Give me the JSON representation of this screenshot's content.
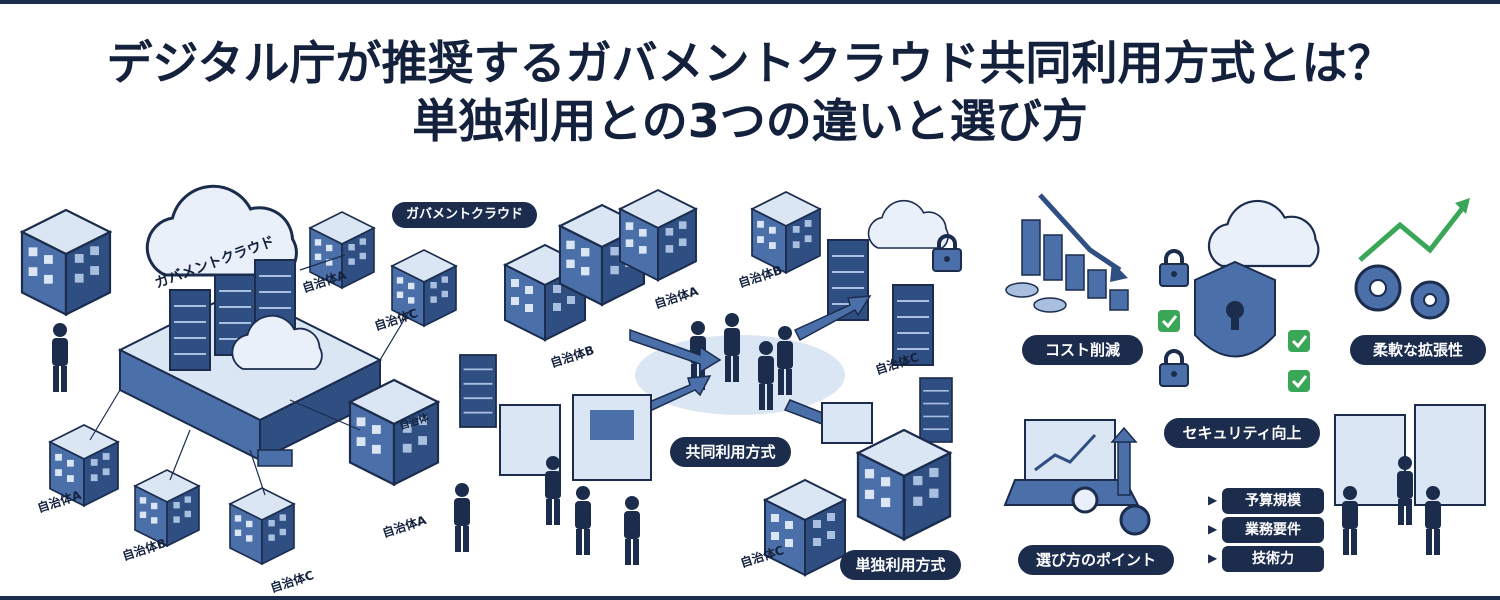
{
  "title": {
    "line1": "デジタル庁が推奨するガバメントクラウド共同利用方式とは？",
    "line2": "単独利用との3つの違いと選び方"
  },
  "left_scene": {
    "cloud_label": "ガバメントクラウド",
    "badge": "ガバメントクラウド",
    "building_sign": "自治体",
    "munis": [
      "自治体A",
      "自治体C",
      "自治体A",
      "自治体B",
      "自治体C",
      "自治体A"
    ]
  },
  "center_scene": {
    "munis": [
      "自治体A",
      "自治体B",
      "自治体B",
      "自治体C",
      "自治体C"
    ],
    "shared_label": "共同利用方式",
    "single_label": "単独利用方式"
  },
  "right_scene": {
    "benefits": [
      "コスト削減",
      "セキュリティ向上",
      "柔軟な拡張性"
    ],
    "selection_label": "選び方のポイント",
    "points": [
      "予算規模",
      "業務要件",
      "技術力"
    ],
    "bullet_glyph": "▶"
  },
  "colors": {
    "navy": "#1b2c4d",
    "blue": "#4b6fa8",
    "light_blue": "#dbe6f5",
    "green_check": "#3aa657"
  }
}
